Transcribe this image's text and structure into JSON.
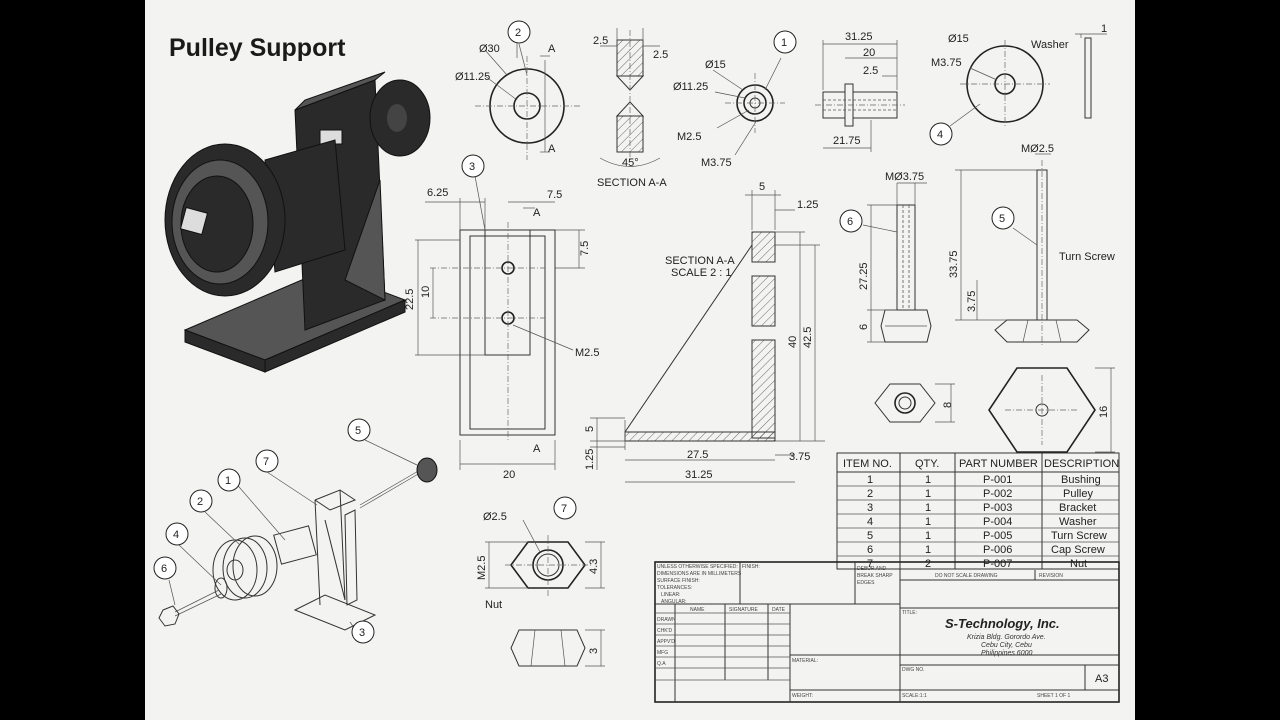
{
  "drawing": {
    "title": "Pulley Support",
    "section_label": "SECTION A-A",
    "section_scale_label_1": "SECTION A-A",
    "section_scale_label_2": "SCALE 2 : 1",
    "angle": "45°",
    "washer_label": "Washer",
    "turn_screw_label": "Turn Screw",
    "nut_label": "Nut",
    "section_marker": "A"
  },
  "dimensions": {
    "pulley_d30": "Ø30",
    "pulley_d1125": "Ø11.25",
    "pulley_sec_25a": "2.5",
    "pulley_sec_25b": "2.5",
    "bush_d15": "Ø15",
    "bush_d1125": "Ø11.25",
    "bush_m25": "M2.5",
    "bush_m375": "M3.75",
    "bush_3125": "31.25",
    "bush_20": "20",
    "bush_25": "2.5",
    "bush_2175": "21.75",
    "washer_d15": "Ø15",
    "washer_m375": "M3.75",
    "washer_1": "1",
    "br_625": "6.25",
    "br_75": "7.5",
    "br_75v": "7.5",
    "br_10": "10",
    "br_225": "22.5",
    "br_m25": "M2.5",
    "br_20": "20",
    "sec_5": "5",
    "sec_125": "1.25",
    "sec_40": "40",
    "sec_425": "42.5",
    "sec_5v": "5",
    "sec_125v": "1.25",
    "sec_275": "27.5",
    "sec_375": "3.75",
    "sec_3125": "31.25",
    "cap_m375": "MØ3.75",
    "cap_2725": "27.25",
    "cap_6": "6",
    "cap_8": "8",
    "ts_m25": "MØ2.5",
    "ts_3375": "33.75",
    "ts_375": "3.75",
    "ts_16": "16",
    "nut_d25": "Ø2.5",
    "nut_m25": "M2.5",
    "nut_43": "4.3",
    "nut_3": "3"
  },
  "balloons": [
    "1",
    "2",
    "3",
    "4",
    "5",
    "6",
    "7"
  ],
  "bom": {
    "headers": [
      "ITEM NO.",
      "QTY.",
      "PART NUMBER",
      "DESCRIPTION"
    ],
    "rows": [
      [
        "1",
        "1",
        "P-001",
        "Bushing"
      ],
      [
        "2",
        "1",
        "P-002",
        "Pulley"
      ],
      [
        "3",
        "1",
        "P-003",
        "Bracket"
      ],
      [
        "4",
        "1",
        "P-004",
        "Washer"
      ],
      [
        "5",
        "1",
        "P-005",
        "Turn Screw"
      ],
      [
        "6",
        "1",
        "P-006",
        "Cap Screw"
      ],
      [
        "7",
        "2",
        "P-007",
        "Nut"
      ]
    ]
  },
  "title_block": {
    "notes": [
      "UNLESS OTHERWISE SPECIFIED:",
      "DIMENSIONS ARE IN MILLIMETERS",
      "SURFACE FINISH:",
      "TOLERANCES:",
      "LINEAR:",
      "ANGULAR:"
    ],
    "finish": "FINISH:",
    "deburr": [
      "DEBUR AND",
      "BREAK SHARP",
      "EDGES"
    ],
    "do_not_scale": "DO NOT SCALE DRAWING",
    "revision": "REVISION",
    "col_headers": [
      "NAME",
      "SIGNATURE",
      "DATE"
    ],
    "row_labels": [
      "DRAWN",
      "CHK'D",
      "APPV'D",
      "MFG",
      "Q.A"
    ],
    "title_field": "TITLE:",
    "material": "MATERIAL:",
    "dwg_no": "DWG NO.",
    "weight": "WEIGHT:",
    "scale": "SCALE:1:1",
    "sheet": "SHEET 1 OF 1",
    "size": "A3",
    "company": "S-Technology, Inc.",
    "address": [
      "Krizia Bldg. Gorordo Ave.",
      "Cebu City, Cebu",
      "Philippines 6000"
    ]
  }
}
